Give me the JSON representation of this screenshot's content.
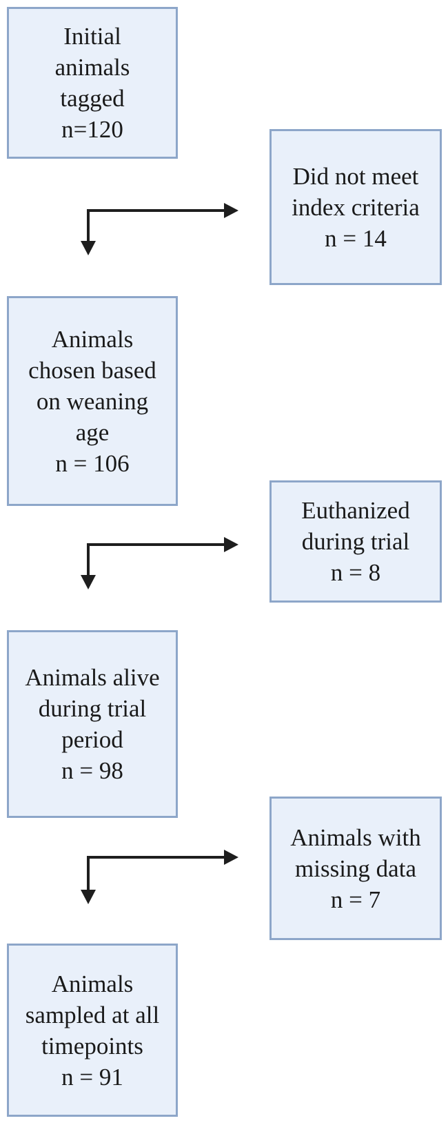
{
  "flowchart": {
    "initial": {
      "lines": [
        "Initial",
        "animals",
        "tagged",
        "n=120"
      ]
    },
    "excluded1": {
      "lines": [
        "Did not meet",
        "index criteria",
        "n = 14"
      ]
    },
    "chosen": {
      "lines": [
        "Animals",
        "chosen based",
        "on weaning",
        "age",
        "n = 106"
      ]
    },
    "excluded2": {
      "lines": [
        "Euthanized",
        "during trial",
        "n = 8"
      ]
    },
    "alive": {
      "lines": [
        "Animals alive",
        "during trial",
        "period",
        "n = 98"
      ]
    },
    "excluded3": {
      "lines": [
        "Animals with",
        "missing data",
        "n = 7"
      ]
    },
    "final": {
      "lines": [
        "Animals",
        "sampled at all",
        "timepoints",
        "n = 91"
      ]
    }
  },
  "colors": {
    "box_fill": "#e9f0fa",
    "box_border": "#8da6c9",
    "arrow": "#1e1e1e",
    "text": "#1a1a1a"
  }
}
